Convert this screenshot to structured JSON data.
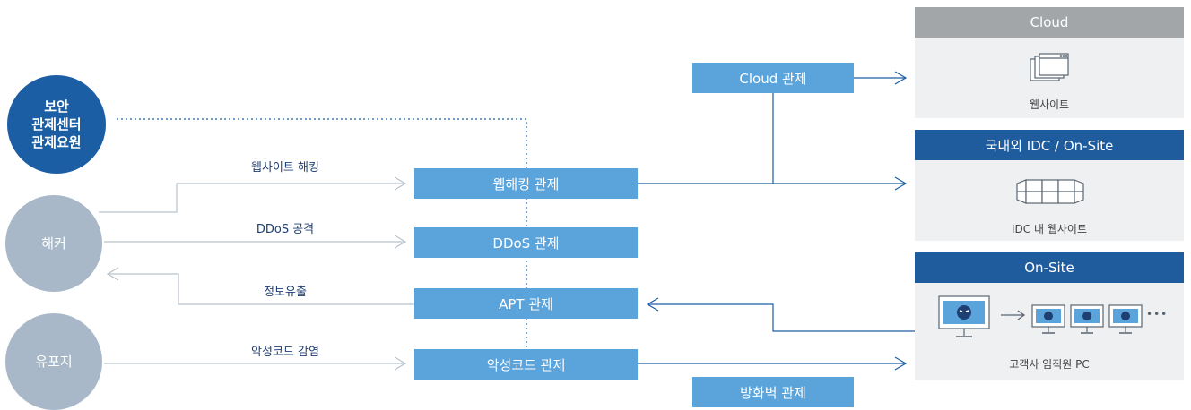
{
  "actors": {
    "soc": [
      "보안",
      "관제센터",
      "관제요원"
    ],
    "hacker": "해커",
    "distributor": "유포지"
  },
  "flows": {
    "web_hacking": "웹사이트 해킹",
    "ddos": "DDoS 공격",
    "leak": "정보유출",
    "malware": "악성코드 감염"
  },
  "services": {
    "cloud": "Cloud 관제",
    "web": "웹해킹 관제",
    "ddos": "DDoS 관제",
    "apt": "APT 관제",
    "malware": "악성코드 관제",
    "firewall": "방화벽 관제"
  },
  "panels": {
    "cloud": {
      "title": "Cloud",
      "caption": "웹사이트",
      "icon": "browser-windows-icon"
    },
    "idc": {
      "title": "국내외 IDC / On-Site",
      "caption": "IDC 내 웹사이트",
      "icon": "server-rack-icon"
    },
    "onsite": {
      "title": "On-Site",
      "caption": "고객사 임직원 PC",
      "icon": "monitor-icon",
      "more": "•••"
    }
  },
  "colors": {
    "dark_blue": "#1c5ea4",
    "light_blue": "#5aa3db",
    "gray": "#a8b8c8",
    "panel_bg": "#eef0f2"
  }
}
